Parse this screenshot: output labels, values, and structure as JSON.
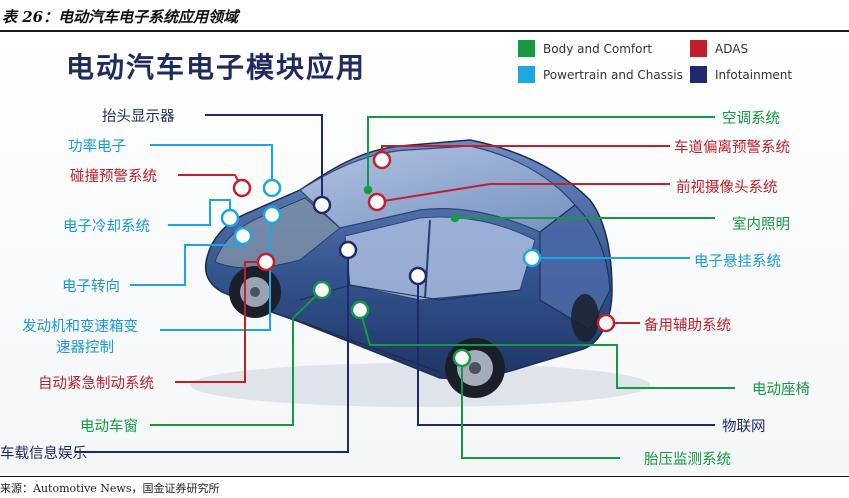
{
  "table_title": "表 26：电动汽车电子系统应用领域",
  "source": "来源：Automotive News，国金证券研究所",
  "diagram_title": "电动汽车电子模块应用",
  "colors": {
    "body": "#159a43",
    "power": "#1da6e0",
    "adas": "#c0202a",
    "infot": "#1f2a6e"
  },
  "legend": [
    {
      "label": "Body and Comfort",
      "color": "#159a43"
    },
    {
      "label": "ADAS",
      "color": "#c0202a"
    },
    {
      "label": "Powertrain and Chassis",
      "color": "#1da6e0"
    },
    {
      "label": "Infotainment",
      "color": "#1f2a6e"
    }
  ],
  "labels": {
    "hud": "抬头显示器",
    "power_electronics": "功率电子",
    "collision_warning": "碰撞预警系统",
    "e_cooling": "电子冷却系统",
    "e_steering": "电子转向",
    "engine_trans_1": "发动机和变速箱变",
    "engine_trans_2": "速器控制",
    "aeb": "自动紧急制动系统",
    "e_window": "电动车窗",
    "infotainment": "车载信息娱乐",
    "hvac": "空调系统",
    "lane_departure": "车道偏离预警系统",
    "front_camera": "前视摄像头系统",
    "interior_light": "室内照明",
    "e_suspension": "电子悬挂系统",
    "backup_aux": "备用辅助系统",
    "e_seat": "电动座椅",
    "iot": "物联网",
    "tpms": "胎压监测系统"
  }
}
